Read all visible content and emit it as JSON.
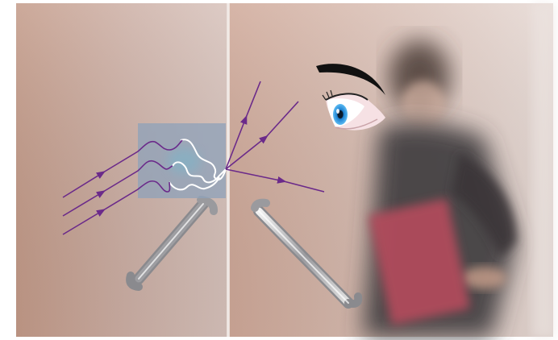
{
  "scene": {
    "subject": "frosted-glass-doors",
    "colors": {
      "glass_left": "#c9a79a",
      "glass_right": "#d6b8ab",
      "ray": "#6b2a8a",
      "wave": "#ffffff",
      "zoom_box": "#8ea2b9",
      "folder": "#b04b5c",
      "handle": "#c9c9cc"
    },
    "icons": [
      "eye-icon",
      "door-handle-left",
      "door-handle-right"
    ]
  }
}
